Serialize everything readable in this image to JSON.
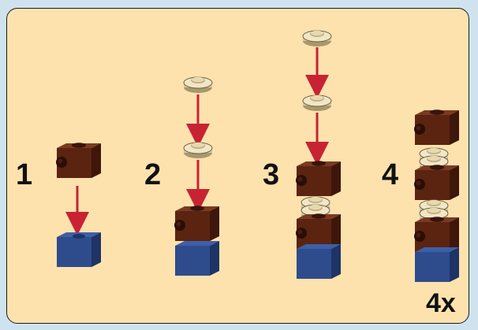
{
  "instructions": {
    "steps": [
      {
        "number": "1"
      },
      {
        "number": "2"
      },
      {
        "number": "3"
      },
      {
        "number": "4"
      }
    ],
    "multiplier": "4x"
  },
  "colors": {
    "background": "#fde2ae",
    "border": "#1b1b1b",
    "brick_brown": "#5b2410",
    "brick_blue": "#2e4c8c",
    "plate_tan": "#eadfb6",
    "arrow_red": "#c82333"
  },
  "icons": [
    "brown-brick-icon",
    "blue-brick-icon",
    "tan-round-plate-icon",
    "red-arrow-icon"
  ]
}
